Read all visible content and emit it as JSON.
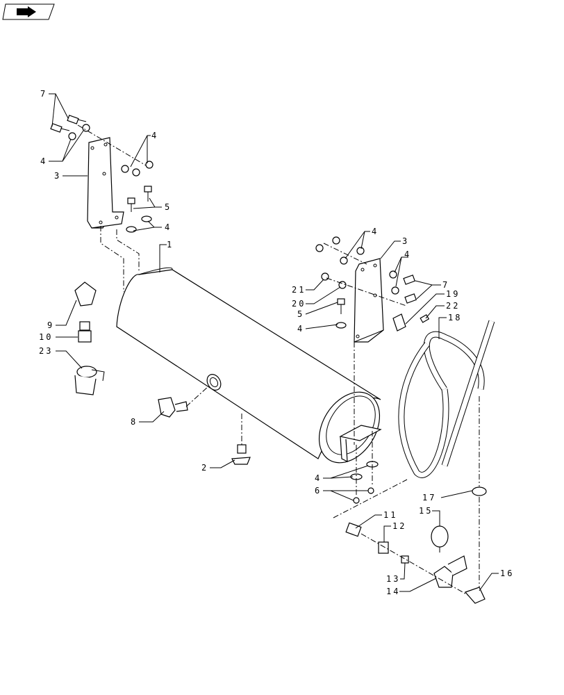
{
  "nav_icon": "return-arrow-icon",
  "callouts": [
    {
      "id": "c7a",
      "text": "7"
    },
    {
      "id": "c4a",
      "text": "4"
    },
    {
      "id": "c4b",
      "text": "4"
    },
    {
      "id": "c3a",
      "text": "3"
    },
    {
      "id": "c5a",
      "text": "5"
    },
    {
      "id": "c4c",
      "text": "4"
    },
    {
      "id": "c1",
      "text": "1"
    },
    {
      "id": "c9",
      "text": "9"
    },
    {
      "id": "c10",
      "text": "10"
    },
    {
      "id": "c23",
      "text": "23"
    },
    {
      "id": "c8",
      "text": "8"
    },
    {
      "id": "c2",
      "text": "2"
    },
    {
      "id": "c4d",
      "text": "4"
    },
    {
      "id": "c3b",
      "text": "3"
    },
    {
      "id": "c4e",
      "text": "4"
    },
    {
      "id": "c21",
      "text": "21"
    },
    {
      "id": "c20",
      "text": "20"
    },
    {
      "id": "c5b",
      "text": "5"
    },
    {
      "id": "c4f",
      "text": "4"
    },
    {
      "id": "c7b",
      "text": "7"
    },
    {
      "id": "c19",
      "text": "19"
    },
    {
      "id": "c22",
      "text": "22"
    },
    {
      "id": "c18",
      "text": "18"
    },
    {
      "id": "c4g",
      "text": "4"
    },
    {
      "id": "c6",
      "text": "6"
    },
    {
      "id": "c11",
      "text": "11"
    },
    {
      "id": "c12",
      "text": "12"
    },
    {
      "id": "c17",
      "text": "17"
    },
    {
      "id": "c15",
      "text": "15"
    },
    {
      "id": "c13",
      "text": "13"
    },
    {
      "id": "c14",
      "text": "14"
    },
    {
      "id": "c16",
      "text": "16"
    }
  ]
}
